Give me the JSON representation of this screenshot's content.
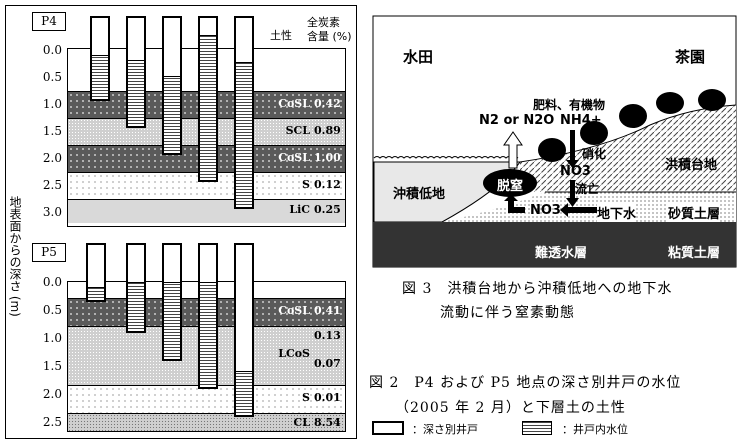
{
  "left_figure": {
    "y_axis_label": "地表面からの深さ (m)",
    "header": {
      "texture": "土性",
      "carbon_line1": "全炭素",
      "carbon_line2": "含量 (%)"
    },
    "panels": [
      {
        "id": "P4",
        "ticks": [
          "0.0",
          "0.5",
          "1.0",
          "1.5",
          "2.0",
          "2.5",
          "3.0"
        ],
        "layers": [
          {
            "from": 0,
            "to": 0.8,
            "texture": "",
            "carbon": [],
            "style": "none"
          },
          {
            "from": 0.8,
            "to": 1.3,
            "texture": "CoSL",
            "carbon": [
              "0.42"
            ],
            "style": "dark"
          },
          {
            "from": 1.3,
            "to": 1.8,
            "texture": "SCL",
            "carbon": [
              "0.89"
            ],
            "style": "fine"
          },
          {
            "from": 1.8,
            "to": 2.3,
            "texture": "CoSL",
            "carbon": [
              "1.00"
            ],
            "style": "dark"
          },
          {
            "from": 2.3,
            "to": 2.8,
            "texture": "S",
            "carbon": [
              "0.12"
            ],
            "style": "sparse"
          },
          {
            "from": 2.8,
            "to": 3.25,
            "texture": "LiC",
            "carbon": [
              "0.25"
            ],
            "style": "gray"
          }
        ],
        "wells": [
          {
            "depth": 1.0,
            "water_level": 0.17
          },
          {
            "depth": 1.5,
            "water_level": 0.25
          },
          {
            "depth": 2.0,
            "water_level": 0.55
          },
          {
            "depth": 2.5,
            "water_level": -0.2
          },
          {
            "depth": 3.0,
            "water_level": 0.3
          }
        ]
      },
      {
        "id": "P5",
        "ticks": [
          "0.0",
          "0.5",
          "1.0",
          "1.5",
          "2.0",
          "2.5"
        ],
        "layers": [
          {
            "from": 0,
            "to": 0.3,
            "texture": "",
            "carbon": [],
            "style": "none"
          },
          {
            "from": 0.3,
            "to": 0.8,
            "texture": "CoSL",
            "carbon": [
              "0.41"
            ],
            "style": "dark"
          },
          {
            "from": 0.8,
            "to": 1.85,
            "texture": "LCoS",
            "carbon": [
              "0.13",
              "0.07"
            ],
            "style": "fine"
          },
          {
            "from": 1.85,
            "to": 2.35,
            "texture": "S",
            "carbon": [
              "0.01"
            ],
            "style": "sparse"
          },
          {
            "from": 2.35,
            "to": 2.75,
            "texture": "CL",
            "carbon": [
              "8.54"
            ],
            "style": "cl"
          }
        ],
        "wells": [
          {
            "depth": 0.4,
            "water_level": 0.15
          },
          {
            "depth": 0.95,
            "water_level": 0.05
          },
          {
            "depth": 1.45,
            "water_level": 0.05
          },
          {
            "depth": 1.95,
            "water_level": 0.05
          },
          {
            "depth": 2.45,
            "water_level": 1.65
          }
        ]
      }
    ],
    "caption_line1": "図 2　P4 および P5 地点の深さ別井戸の水位",
    "caption_line2": "（2005 年 2 月）と下層土の土性",
    "legend": {
      "well": "：深さ別井戸",
      "water": "：井戸内水位"
    }
  },
  "right_figure": {
    "labels": {
      "paddy": "水田",
      "tea": "茶園",
      "fertilizer": "肥料、有機物",
      "nh4": "NH4+",
      "n2": "N2 or N2O",
      "nitrification": "硝化",
      "terrace": "洪積台地",
      "no3_a": "NO3",
      "leaching": "流亡",
      "lowland": "沖積低地",
      "denitrification": "脱窒",
      "no3_b": "NO3",
      "groundwater": "地下水",
      "sand": "砂質土層",
      "aquitard": "難透水層",
      "clay": "粘質土層"
    },
    "caption_line1": "図 3　洪積台地から沖積低地への地下水",
    "caption_line2": "流動に伴う窒素動態"
  }
}
